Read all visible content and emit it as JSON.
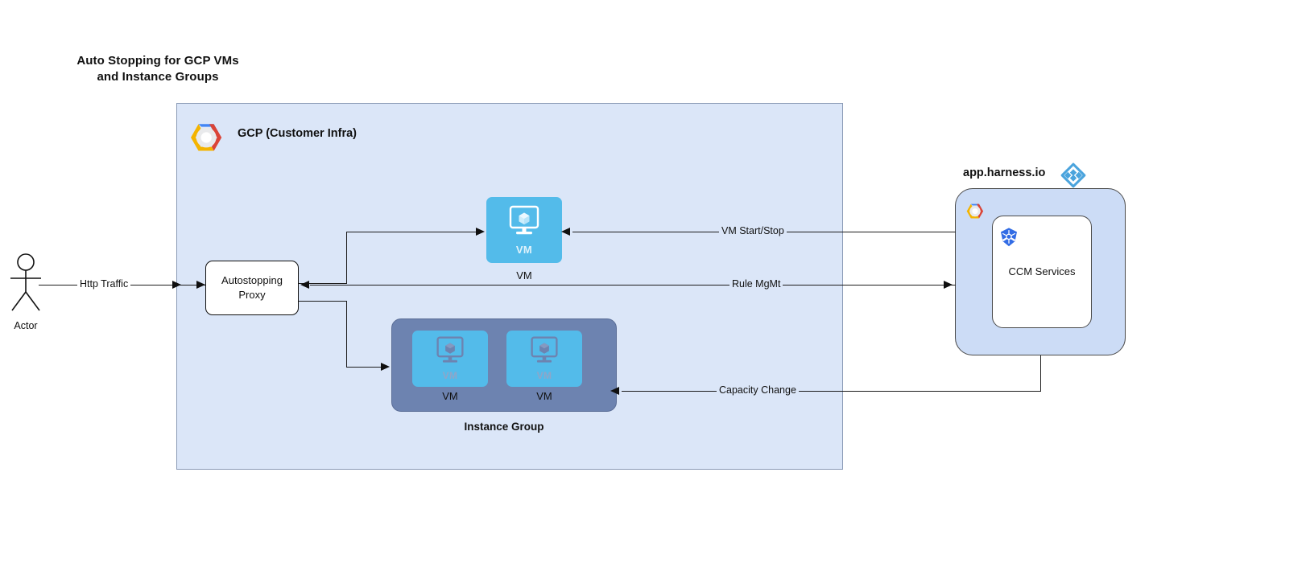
{
  "title": {
    "line1": "Auto Stopping for GCP VMs",
    "line2": "and Instance Groups"
  },
  "regions": {
    "gcp": {
      "label": "GCP (Customer Infra)",
      "icon": "gcp-logo-icon",
      "fill": "#dbe6f8",
      "border": "#8a9ab5"
    },
    "harness": {
      "label": "app.harness.io",
      "icon": "harness-logo-icon",
      "fill": "#ccdcf6",
      "border": "#4a4a4a",
      "inner_icon": "gcp-logo-icon",
      "service": {
        "label": "CCM Services",
        "icon": "kubernetes-icon",
        "fill": "#ffffff"
      }
    }
  },
  "nodes": {
    "actor": {
      "label": "Actor",
      "icon": "actor-stick-figure-icon"
    },
    "proxy": {
      "label_line1": "Autostopping",
      "label_line2": "Proxy",
      "fill": "#ffffff"
    },
    "vm_standalone": {
      "inner_label": "VM",
      "caption": "VM",
      "fill": "#53bbea",
      "icon": "vm-monitor-icon"
    },
    "instance_group": {
      "caption": "Instance Group",
      "fill": "#6d83b0",
      "vms": [
        {
          "inner_label": "VM",
          "caption": "VM",
          "icon": "vm-monitor-icon"
        },
        {
          "inner_label": "VM",
          "caption": "VM",
          "icon": "vm-monitor-icon"
        }
      ]
    }
  },
  "edges": [
    {
      "id": "http-traffic",
      "label": "Http Traffic",
      "from": "actor",
      "to": "proxy"
    },
    {
      "id": "vm-start-stop",
      "label": "VM Start/Stop",
      "from": "harness",
      "to": "vm_standalone"
    },
    {
      "id": "rule-mgmt",
      "label": "Rule MgMt",
      "from": "harness",
      "to": "proxy"
    },
    {
      "id": "capacity-change",
      "label": "Capacity Change",
      "from": "harness",
      "to": "instance_group"
    }
  ],
  "colors": {
    "gcp_blue": "#4285f4",
    "gcp_red": "#db4437",
    "gcp_yellow": "#f4b400",
    "vm_blue": "#53bbea",
    "harness_blue": "#4ba4dd",
    "k8s_blue": "#326ce5",
    "group_slate": "#6d83b0"
  }
}
